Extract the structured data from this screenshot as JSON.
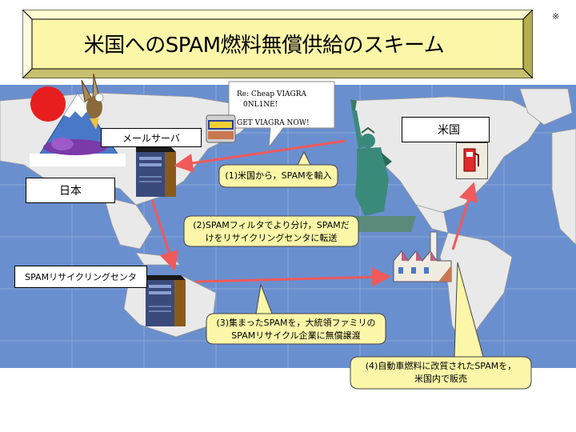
{
  "title": "米国へのSPAM燃料無償供給のスキーム",
  "corner_mark": "※",
  "labels": {
    "mail_server": "メールサーバ",
    "japan": "日本",
    "usa": "米国",
    "recycling_center": "SPAMリサイクリングセンタ"
  },
  "email": {
    "line1": "Re: Cheap VIAGRA",
    "line2": "0NL1NE!",
    "line3": "GET VIAGRA NOW!"
  },
  "steps": [
    {
      "line1": "(1)米国から，SPAMを輸入",
      "line2": ""
    },
    {
      "line1": "(2)SPAMフィルタでより分け，SPAMだ",
      "line2": "けをリサイクリングセンタに転送"
    },
    {
      "line1": "(3)集まったSPAMを，大統領ファミリの",
      "line2": "SPAMリサイクル企業に無償譲渡"
    },
    {
      "line1": "(4)自動車燃料に改質されたSPAMを，",
      "line2": "米国内で販売"
    }
  ],
  "colors": {
    "title_bg": "#fbf6a8",
    "ocean": "#6a8fcf",
    "land": "#e9e9e9",
    "callout_bg": "#fbf6a8",
    "arrow": "#f05a5a"
  }
}
